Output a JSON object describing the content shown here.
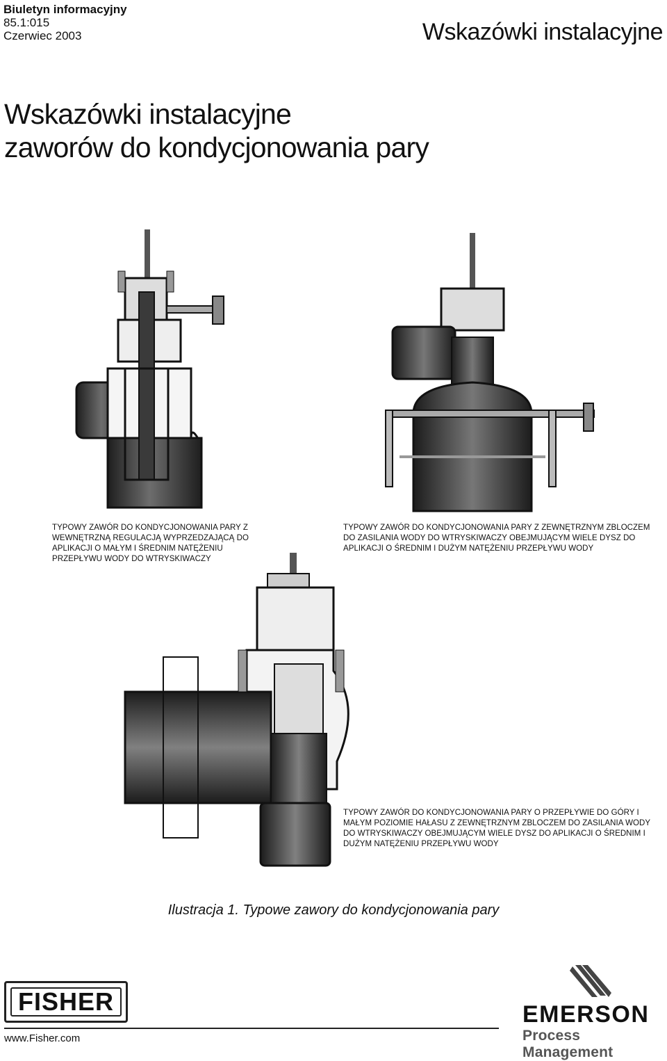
{
  "header": {
    "bulletin": "Biuletyn informacyjny",
    "number": "85.1:015",
    "date": "Czerwiec 2003",
    "section_title": "Wskazówki instalacyjne"
  },
  "document": {
    "title_line1": "Wskazówki instalacyjne",
    "title_line2": "zaworów do kondycjonowania pary"
  },
  "figures": {
    "caption_1": "TYPOWY ZAWÓR DO KONDYCJONOWANIA PARY Z WEWNĘTRZNĄ REGULACJĄ WYPRZEDZAJĄCĄ DO APLIKACJI O MAŁYM I ŚREDNIM NATĘŻENIU PRZEPŁYWU WODY DO WTRYSKIWACZY",
    "caption_2": "TYPOWY ZAWÓR DO KONDYCJONOWANIA PARY Z ZEWNĘTRZNYM ZBLOCZEM DO ZASILANIA WODY DO WTRYSKIWACZY OBEJMUJĄCYM WIELE DYSZ DO APLIKACJI O ŚREDNIM I DUŻYM NATĘŻENIU PRZEPŁYWU WODY",
    "caption_3": "TYPOWY ZAWÓR DO KONDYCJONOWANIA PARY O PRZEPŁYWIE DO GÓRY I MAŁYM POZIOMIE HAŁASU Z ZEWNĘTRZNYM ZBLOCZEM DO ZASILANIA WODY DO WTRYSKIWACZY OBEJMUJĄCYM WIELE DYSZ DO APLIKACJI O ŚREDNIM I DUŻYM NATĘŻENIU PRZEPŁYWU WODY",
    "figure_caption": "Ilustracja 1. Typowe zawory do kondycjonowania pary"
  },
  "footer": {
    "fisher_logo": "FISHER",
    "url": "www.Fisher.com",
    "emerson_logo": "EMERSON",
    "emerson_tagline": "Process Management"
  },
  "colors": {
    "ink": "#111111",
    "metal_dark": "#2a2a2a",
    "metal_mid": "#6a6a6a",
    "metal_light": "#d8d8d8"
  }
}
